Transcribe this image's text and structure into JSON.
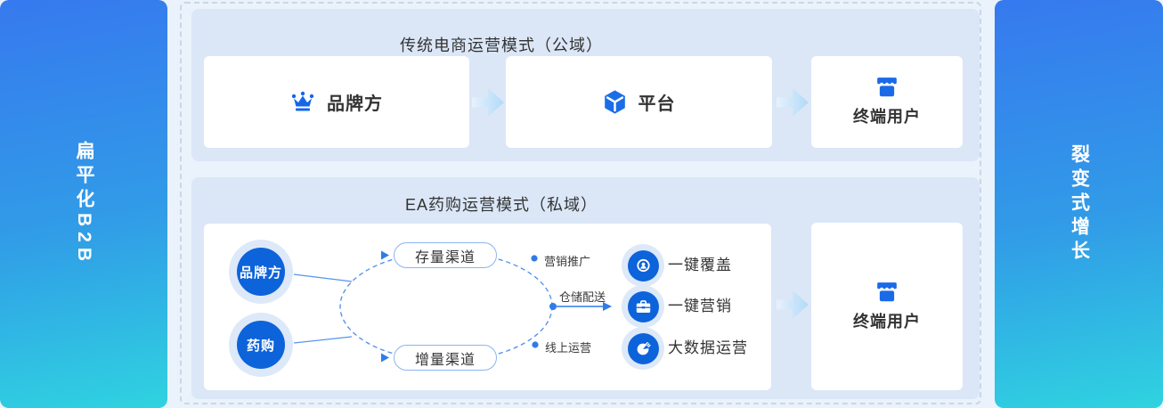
{
  "left_banner": {
    "label": "扁平化B2B"
  },
  "right_banner": {
    "label": "裂变式增长"
  },
  "top_section": {
    "title": "传统电商运营模式（公域）",
    "cards": [
      {
        "label": "品牌方",
        "icon": "crown-icon"
      },
      {
        "label": "平台",
        "icon": "cube-icon"
      },
      {
        "label": "终端用户",
        "icon": "storefront-icon"
      }
    ]
  },
  "bottom_section": {
    "title": "EA药购运营模式（私域）",
    "sources": [
      {
        "label": "品牌方"
      },
      {
        "label": "药购"
      }
    ],
    "channels": [
      {
        "label": "存量渠道"
      },
      {
        "label": "增量渠道"
      }
    ],
    "process_labels": [
      {
        "label": "营销推广"
      },
      {
        "label": "仓储配送"
      },
      {
        "label": "线上运营"
      }
    ],
    "capabilities": [
      {
        "label": "一键覆盖",
        "icon": "badge-person-icon"
      },
      {
        "label": "一键营销",
        "icon": "briefcase-icon"
      },
      {
        "label": "大数据运营",
        "icon": "pie-data-icon"
      }
    ],
    "end_card": {
      "label": "终端用户",
      "icon": "storefront-icon"
    }
  },
  "colors": {
    "accent_blue": "#2e7ce8",
    "node_blue": "#0d63da",
    "icon_blue": "#1467e8",
    "panel_bg": "#dbe7f7",
    "page_bg": "#eaf2fb",
    "banner_gradient_top": "#3679ef",
    "banner_gradient_bottom": "#2fd3e0"
  }
}
